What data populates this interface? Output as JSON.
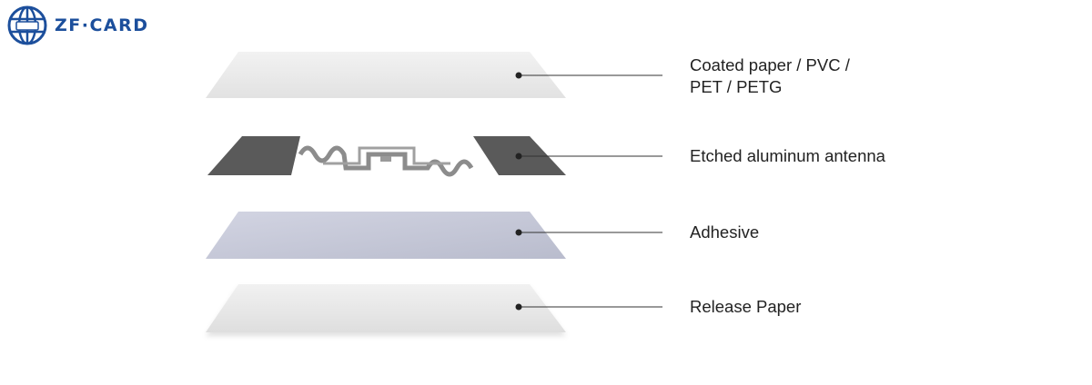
{
  "brand": {
    "name": "ZF·CARD",
    "color": "#1c4f9c"
  },
  "layers": [
    {
      "lines": [
        "Coated paper / PVC /",
        "PET / PETG"
      ],
      "fill": "#ececec"
    },
    {
      "lines": [
        "Etched aluminum antenna"
      ],
      "fill": "#5a5a5a"
    },
    {
      "lines": [
        "Adhesive"
      ],
      "fill": "#c7cad9"
    },
    {
      "lines": [
        "Release Paper"
      ],
      "fill": "#e6e6e6"
    }
  ]
}
